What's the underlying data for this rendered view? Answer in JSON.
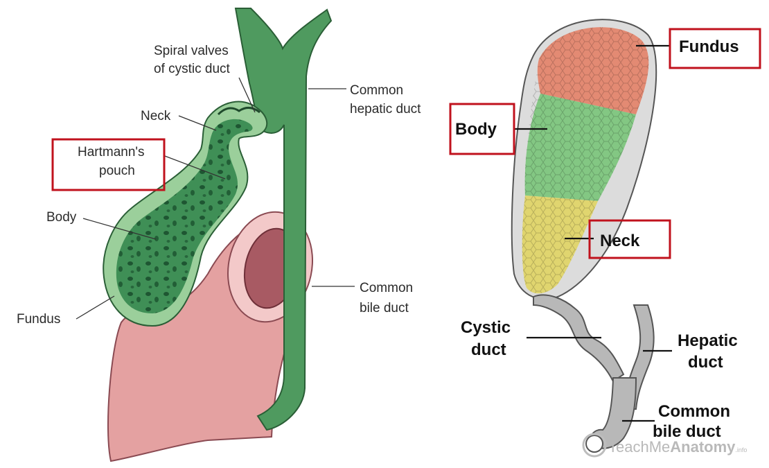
{
  "left_diagram": {
    "labels": {
      "spiral_valves_line1": "Spiral valves",
      "spiral_valves_line2": "of cystic duct",
      "neck": "Neck",
      "hartmanns_line1": "Hartmann's",
      "hartmanns_line2": "pouch",
      "body": "Body",
      "fundus": "Fundus",
      "common_hepatic_line1": "Common",
      "common_hepatic_line2": "hepatic duct",
      "common_bile_line1": "Common",
      "common_bile_line2": "bile duct"
    },
    "colors": {
      "gallbladder_wall": "#9bcf9b",
      "gallbladder_lumen": "#3f8f56",
      "duct": "#4f9a5f",
      "duodenum": "#e4a1a1",
      "duodenum_lumen": "#a85a63",
      "highlight_box": "#c0121d"
    }
  },
  "right_diagram": {
    "labels": {
      "fundus": "Fundus",
      "body": "Body",
      "neck": "Neck",
      "cystic_line1": "Cystic",
      "cystic_line2": "duct",
      "hepatic_line1": "Hepatic",
      "hepatic_line2": "duct",
      "common_bile_line1": "Common",
      "common_bile_line2": "bile duct"
    },
    "colors": {
      "fundus": "#e38a73",
      "body": "#83c783",
      "neck": "#e0d56f",
      "duct": "#b8b8b8",
      "highlight_box": "#c0121d"
    }
  },
  "watermark": {
    "prefix": "TeachMe",
    "brand": "Anatomy",
    "suffix": ".info"
  }
}
